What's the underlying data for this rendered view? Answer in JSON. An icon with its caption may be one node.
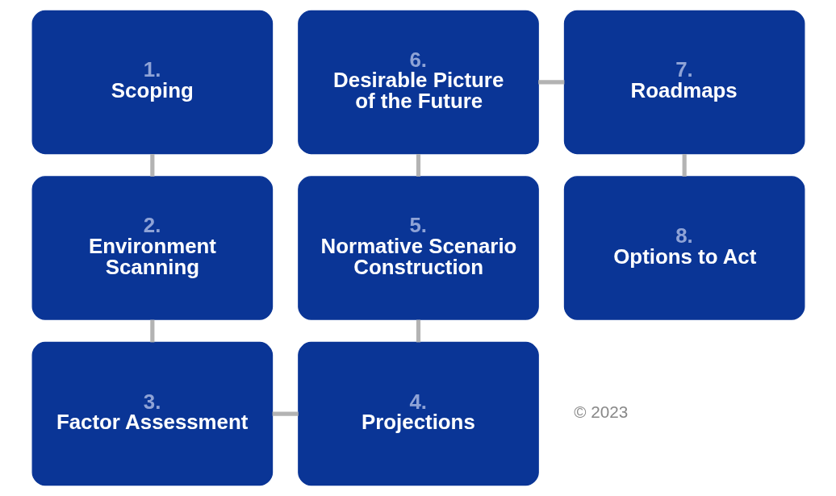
{
  "diagram": {
    "nodes": [
      {
        "text": [
          "1.",
          "Scoping"
        ]
      },
      {
        "text": [
          "2.",
          "Environment Scanning"
        ]
      },
      {
        "text": [
          "3.",
          "Factor Assessment"
        ]
      },
      {
        "text": [
          "4.",
          "Projections"
        ]
      },
      {
        "text": [
          "5.",
          "Normative Scenario Construction"
        ]
      },
      {
        "text": [
          "6.",
          "Desirable Picture of the Future"
        ]
      },
      {
        "text": [
          "7.",
          "Roadmaps"
        ]
      },
      {
        "text": [
          "8.",
          "Options to Act"
        ]
      }
    ],
    "edges": [
      {
        "from": 0,
        "to": 1,
        "arrow": "none"
      },
      {
        "from": 1,
        "to": 2,
        "arrow": "none"
      },
      {
        "from": 2,
        "to": 3,
        "arrow": "none"
      },
      {
        "from": 3,
        "to": 4,
        "arrow": "none"
      },
      {
        "from": 4,
        "to": 5,
        "arrow": "none"
      },
      {
        "from": 5,
        "to": 6,
        "arrow": "none"
      },
      {
        "from": 6,
        "to": 7,
        "arrow": "none"
      }
    ],
    "labels": [
      "© 2023"
    ]
  }
}
